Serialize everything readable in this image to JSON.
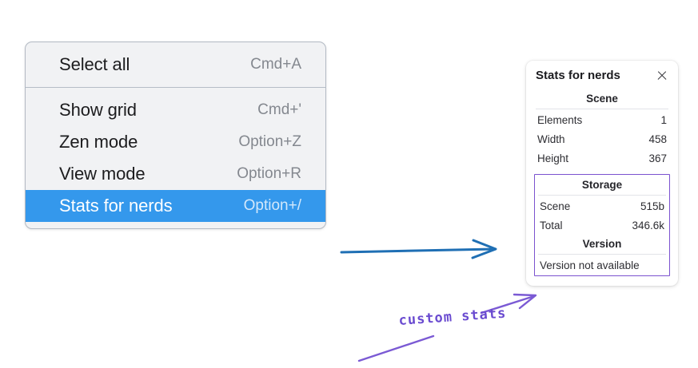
{
  "context_menu": {
    "groups": [
      {
        "items": [
          {
            "label": "Select all",
            "shortcut": "Cmd+A",
            "selected": false
          }
        ]
      },
      {
        "items": [
          {
            "label": "Show grid",
            "shortcut": "Cmd+'",
            "selected": false
          },
          {
            "label": "Zen mode",
            "shortcut": "Option+Z",
            "selected": false
          },
          {
            "label": "View mode",
            "shortcut": "Option+R",
            "selected": false
          },
          {
            "label": "Stats for nerds",
            "shortcut": "Option+/",
            "selected": true
          }
        ]
      }
    ],
    "selected_highlight_color": "#3498ec",
    "background_color": "#f1f2f4"
  },
  "stats_panel": {
    "title": "Stats for nerds",
    "close_icon": "close-icon",
    "sections": [
      {
        "name": "scene",
        "title": "Scene",
        "highlighted": false,
        "rows": [
          {
            "label": "Elements",
            "value": "1"
          },
          {
            "label": "Width",
            "value": "458"
          },
          {
            "label": "Height",
            "value": "367"
          }
        ]
      },
      {
        "name": "storage",
        "title": "Storage",
        "highlighted": true,
        "rows": [
          {
            "label": "Scene",
            "value": "515b"
          },
          {
            "label": "Total",
            "value": "346.6k"
          }
        ]
      },
      {
        "name": "version",
        "title": "Version",
        "highlighted": true,
        "plain_text": "Version not available"
      }
    ],
    "highlight_border_color": "#7b52cf"
  },
  "annotations": {
    "note_text": "custom stats",
    "note_color": "#6a4bd0",
    "arrow_color": "#1f6fb4"
  }
}
